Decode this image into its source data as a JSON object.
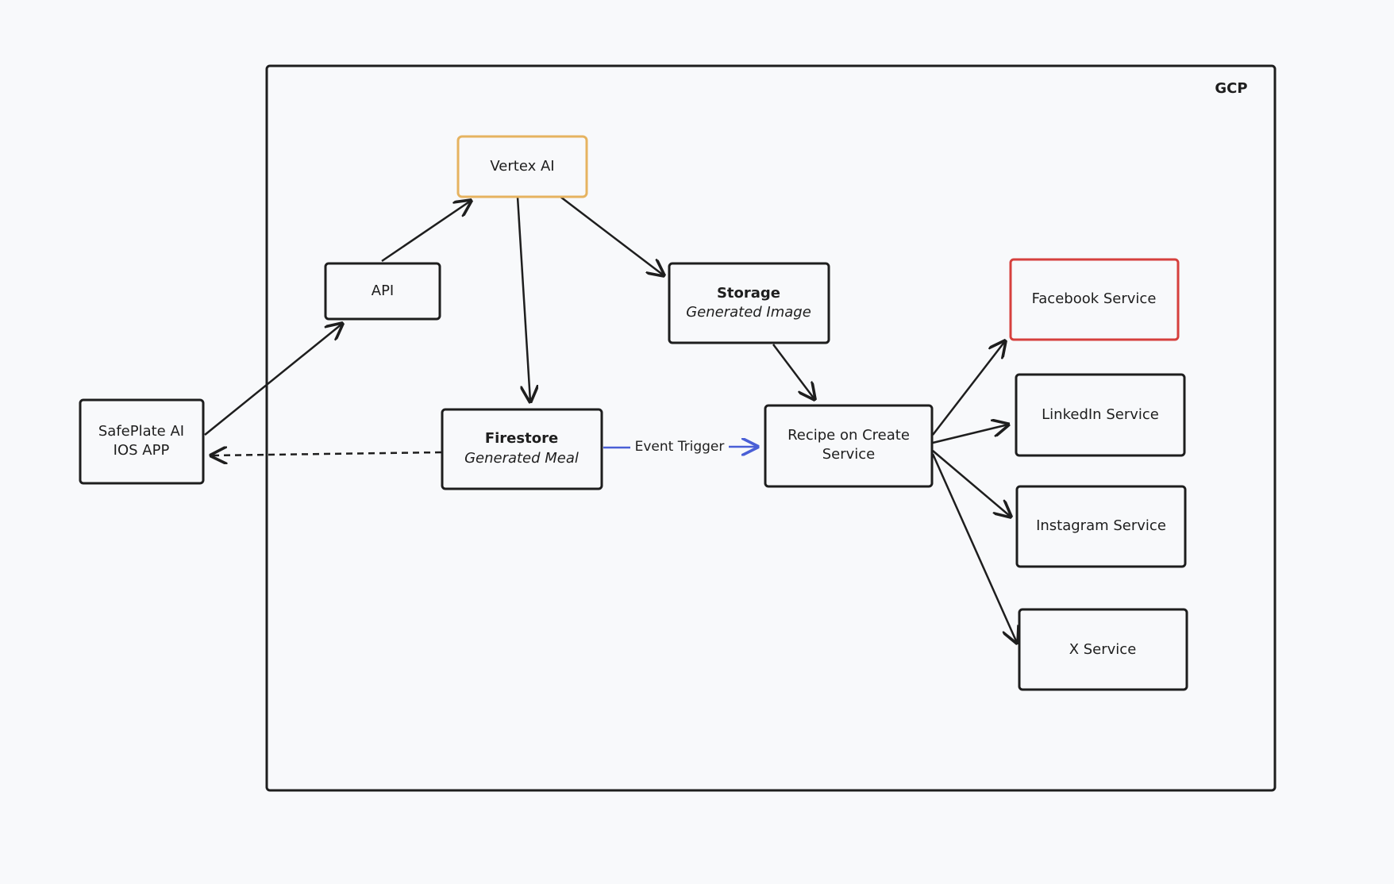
{
  "frame": {
    "label": "GCP"
  },
  "nodes": {
    "vertex": {
      "line1": "Vertex AI"
    },
    "api": {
      "line1": "API"
    },
    "storage": {
      "line1": "Storage",
      "line2": "Generated Image"
    },
    "facebook": {
      "line1": "Facebook Service"
    },
    "safeplate": {
      "line1": "SafePlate AI",
      "line2": "IOS APP"
    },
    "firestore": {
      "line1": "Firestore",
      "line2": "Generated Meal"
    },
    "recipe": {
      "line1": "Recipe on Create",
      "line2": "Service"
    },
    "linkedin": {
      "line1": "LinkedIn Service"
    },
    "instagram": {
      "line1": "Instagram Service"
    },
    "x": {
      "line1": "X Service"
    }
  },
  "edges": {
    "event_trigger": {
      "label": "Event Trigger"
    }
  },
  "colors": {
    "default_stroke": "#1e1e1e",
    "vertex_stroke": "#e6b360",
    "facebook_stroke": "#d6403d",
    "event_trigger_stroke": "#4a5fd6",
    "background": "#f8f9fb"
  }
}
